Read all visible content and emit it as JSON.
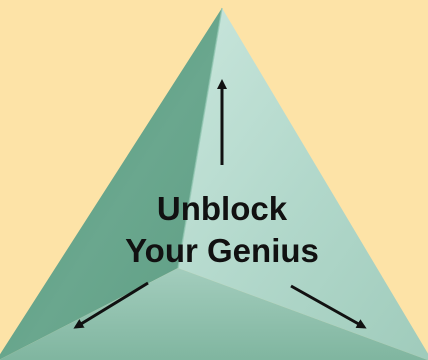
{
  "title": {
    "line1": "Unblock",
    "line2": "Your Genius"
  },
  "colors": {
    "background": "#fde3a7",
    "face_left": "#6aa78e",
    "face_right": "#b2d8cb",
    "face_bottom": "#8fc1ad",
    "arrow": "#111111",
    "text": "#111111"
  },
  "icons": {
    "pyramid": "pyramid-shape",
    "arrows": [
      "arrow-up-icon",
      "arrow-down-left-icon",
      "arrow-down-right-icon"
    ]
  }
}
